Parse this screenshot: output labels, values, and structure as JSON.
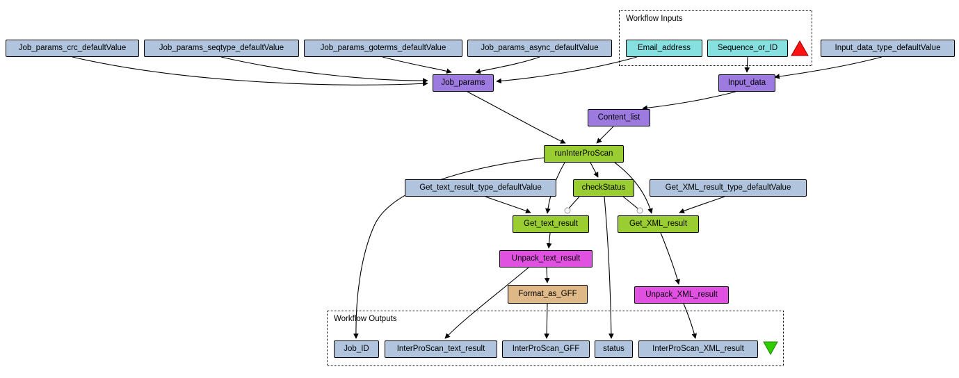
{
  "diagram_type": "workflow-graph",
  "groups": {
    "inputs": {
      "label": "Workflow Inputs"
    },
    "outputs": {
      "label": "Workflow Outputs"
    }
  },
  "nodes": {
    "job_params_crc_defaultValue": {
      "label": "Job_params_crc_defaultValue",
      "type": "default-value"
    },
    "job_params_seqtype_defaultValue": {
      "label": "Job_params_seqtype_defaultValue",
      "type": "default-value"
    },
    "job_params_goterms_defaultValue": {
      "label": "Job_params_goterms_defaultValue",
      "type": "default-value"
    },
    "job_params_async_defaultValue": {
      "label": "Job_params_async_defaultValue",
      "type": "default-value"
    },
    "email_address": {
      "label": "Email_address",
      "type": "workflow-input"
    },
    "sequence_or_id": {
      "label": "Sequence_or_ID",
      "type": "workflow-input"
    },
    "input_data_type_defaultValue": {
      "label": "Input_data_type_defaultValue",
      "type": "default-value"
    },
    "job_params": {
      "label": "Job_params",
      "type": "processor-purple"
    },
    "input_data": {
      "label": "Input_data",
      "type": "processor-purple"
    },
    "content_list": {
      "label": "Content_list",
      "type": "processor-purple"
    },
    "runInterProScan": {
      "label": "runInterProScan",
      "type": "processor-green"
    },
    "checkStatus": {
      "label": "checkStatus",
      "type": "processor-green"
    },
    "get_text_result_type_defaultValue": {
      "label": "Get_text_result_type_defaultValue",
      "type": "default-value"
    },
    "get_xml_result_type_defaultValue": {
      "label": "Get_XML_result_type_defaultValue",
      "type": "default-value"
    },
    "get_text_result": {
      "label": "Get_text_result",
      "type": "processor-green"
    },
    "get_xml_result": {
      "label": "Get_XML_result",
      "type": "processor-green"
    },
    "unpack_text_result": {
      "label": "Unpack_text_result",
      "type": "processor-magenta"
    },
    "format_as_gff": {
      "label": "Format_as_GFF",
      "type": "processor-tan"
    },
    "unpack_xml_result": {
      "label": "Unpack_XML_result",
      "type": "processor-magenta"
    },
    "job_id": {
      "label": "Job_ID",
      "type": "workflow-output"
    },
    "interproscan_text_result": {
      "label": "InterProScan_text_result",
      "type": "workflow-output"
    },
    "interproscan_gff": {
      "label": "InterProScan_GFF",
      "type": "workflow-output"
    },
    "status": {
      "label": "status",
      "type": "workflow-output"
    },
    "interproscan_xml_result": {
      "label": "InterProScan_XML_result",
      "type": "workflow-output"
    }
  },
  "edges": [
    {
      "from": "Job_params_crc_defaultValue",
      "to": "Job_params",
      "type": "data"
    },
    {
      "from": "Job_params_seqtype_defaultValue",
      "to": "Job_params",
      "type": "data"
    },
    {
      "from": "Job_params_goterms_defaultValue",
      "to": "Job_params",
      "type": "data"
    },
    {
      "from": "Job_params_async_defaultValue",
      "to": "Job_params",
      "type": "data"
    },
    {
      "from": "Email_address",
      "to": "Job_params",
      "type": "data"
    },
    {
      "from": "Sequence_or_ID",
      "to": "Input_data",
      "type": "data"
    },
    {
      "from": "Input_data_type_defaultValue",
      "to": "Input_data",
      "type": "data"
    },
    {
      "from": "Input_data",
      "to": "Content_list",
      "type": "data"
    },
    {
      "from": "Content_list",
      "to": "runInterProScan",
      "type": "data"
    },
    {
      "from": "Job_params",
      "to": "runInterProScan",
      "type": "data"
    },
    {
      "from": "runInterProScan",
      "to": "checkStatus",
      "type": "data"
    },
    {
      "from": "runInterProScan",
      "to": "Get_text_result",
      "type": "data"
    },
    {
      "from": "runInterProScan",
      "to": "Get_XML_result",
      "type": "data"
    },
    {
      "from": "runInterProScan",
      "to": "Job_ID",
      "type": "data"
    },
    {
      "from": "checkStatus",
      "to": "Get_text_result",
      "type": "control"
    },
    {
      "from": "checkStatus",
      "to": "Get_XML_result",
      "type": "control"
    },
    {
      "from": "checkStatus",
      "to": "status",
      "type": "data"
    },
    {
      "from": "Get_text_result_type_defaultValue",
      "to": "Get_text_result",
      "type": "data"
    },
    {
      "from": "Get_XML_result_type_defaultValue",
      "to": "Get_XML_result",
      "type": "data"
    },
    {
      "from": "Get_text_result",
      "to": "Unpack_text_result",
      "type": "data"
    },
    {
      "from": "Unpack_text_result",
      "to": "Format_as_GFF",
      "type": "data"
    },
    {
      "from": "Unpack_text_result",
      "to": "InterProScan_text_result",
      "type": "data"
    },
    {
      "from": "Format_as_GFF",
      "to": "InterProScan_GFF",
      "type": "data"
    },
    {
      "from": "Get_XML_result",
      "to": "Unpack_XML_result",
      "type": "data"
    },
    {
      "from": "Unpack_XML_result",
      "to": "InterProScan_XML_result",
      "type": "data"
    }
  ],
  "colors": {
    "default_value_fill": "#b0c4de",
    "workflow_input_fill": "#87e0e0",
    "workflow_output_fill": "#b0c4de",
    "processor_purple": "#9c7ae0",
    "processor_green": "#9acd32",
    "processor_magenta": "#e151e1",
    "processor_tan": "#deb887",
    "input_marker_red": "#ff1111",
    "output_marker_green": "#2ecc00",
    "edge_stroke": "#000000",
    "background": "#ffffff"
  }
}
